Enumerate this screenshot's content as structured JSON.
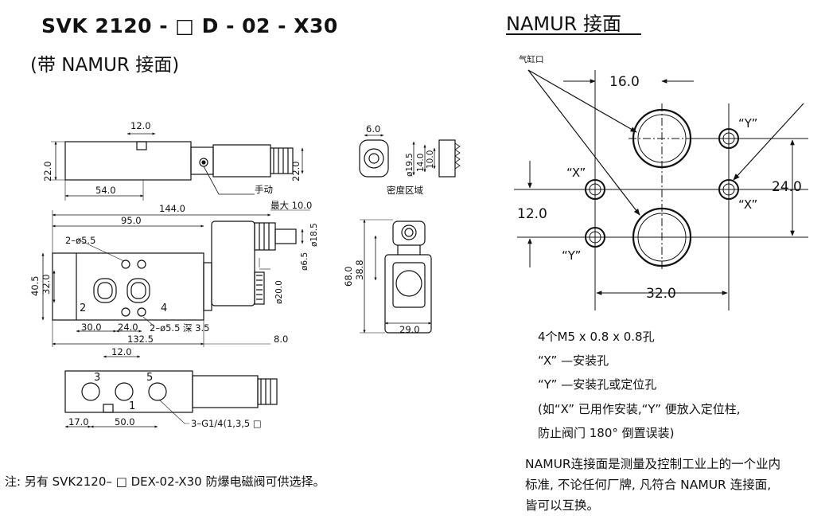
{
  "header": {
    "model": "SVK 2120 - □ D - 02 - X30",
    "subtitle": "(带 NAMUR 接面)",
    "namur_title": "NAMUR 接面"
  },
  "side_view": {
    "dim_12": "12.0",
    "dim_22_left": "22.0",
    "dim_22_right": "22.0",
    "dim_54": "54.0",
    "manual_label": "手动"
  },
  "small_view": {
    "dim_6": "6.0",
    "dim_19_5": "ø19.5",
    "dim_14": "14.0",
    "dim_10": "10.0",
    "seal_area": "密度区域"
  },
  "front_view": {
    "dim_144": "144.0",
    "dim_95": "95.0",
    "max_10": "最大 10.0",
    "hole_2_5_5": "2–ø5.5",
    "dim_40_5": "40.5",
    "dim_32": "32.0",
    "port_2": "2",
    "port_4": "4",
    "dim_18_5": "ø18.5",
    "dim_6_5": "ø6.5",
    "dim_20": "ø20.0",
    "dim_30": "30.0",
    "dim_24": "24.0",
    "hole_depth": "2–ø5.5  深 3.5",
    "dim_132_5": "132.5",
    "dim_8": "8.0"
  },
  "end_view": {
    "dim_38_8": "38.8",
    "dim_68": "68.0",
    "dim_29": "29.0"
  },
  "bottom_view": {
    "dim_12": "12.0",
    "port_3": "3",
    "port_5": "5",
    "port_1": "1",
    "dim_17": "17.0",
    "dim_50": "50.0",
    "thread_label": "3–G1/4(1,3,5  □"
  },
  "namur": {
    "cylinder_port": "气缸口",
    "dim_16": "16.0",
    "dim_24": "24.0",
    "dim_12": "12.0",
    "dim_32": "32.0",
    "x_label": "“X”",
    "y_label": "“Y”"
  },
  "description": {
    "line1": "4个M5 x 0.8 x 0.8孔",
    "line2": "“X” —安装孔",
    "line3": "“Y” —安装孔或定位孔",
    "line4": "(如“X” 已用作安装,“Y” 便放入定位柱,",
    "line5": "防止阀门 180° 倒置误装)"
  },
  "paragraph": {
    "line1": "NAMUR连接面是测量及控制工业上的一个业内",
    "line2": "标准, 不论任何厂牌, 凡符合 NAMUR 连接面,",
    "line3": "皆可以互换。"
  },
  "footnote": {
    "text": "注: 另有 SVK2120– □ DEX-02-X30 防爆电磁阀可供选择。"
  }
}
